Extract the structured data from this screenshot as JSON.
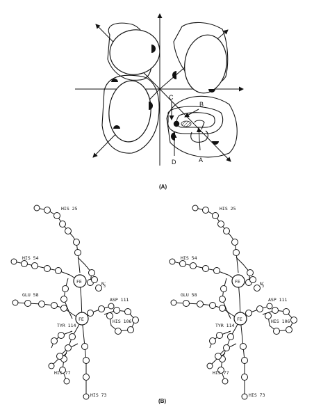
{
  "figure": {
    "panel_a": {
      "label": "(A)",
      "letters": {
        "a": "A",
        "b": "B",
        "c": "C",
        "d": "D"
      }
    },
    "panel_b": {
      "label": "(B)",
      "residues": {
        "his25": "HIS 25",
        "his54": "HIS 54",
        "glu58": "GLU 58",
        "tyr114": "TYR 114",
        "his77": "HIS 77",
        "his73": "HIS 73",
        "his106": "HIS 106",
        "asp111": "ASP 111",
        "fe": "FE",
        "n3_base": "N",
        "n3_sup": "-",
        "n3_sub": "3"
      }
    }
  }
}
